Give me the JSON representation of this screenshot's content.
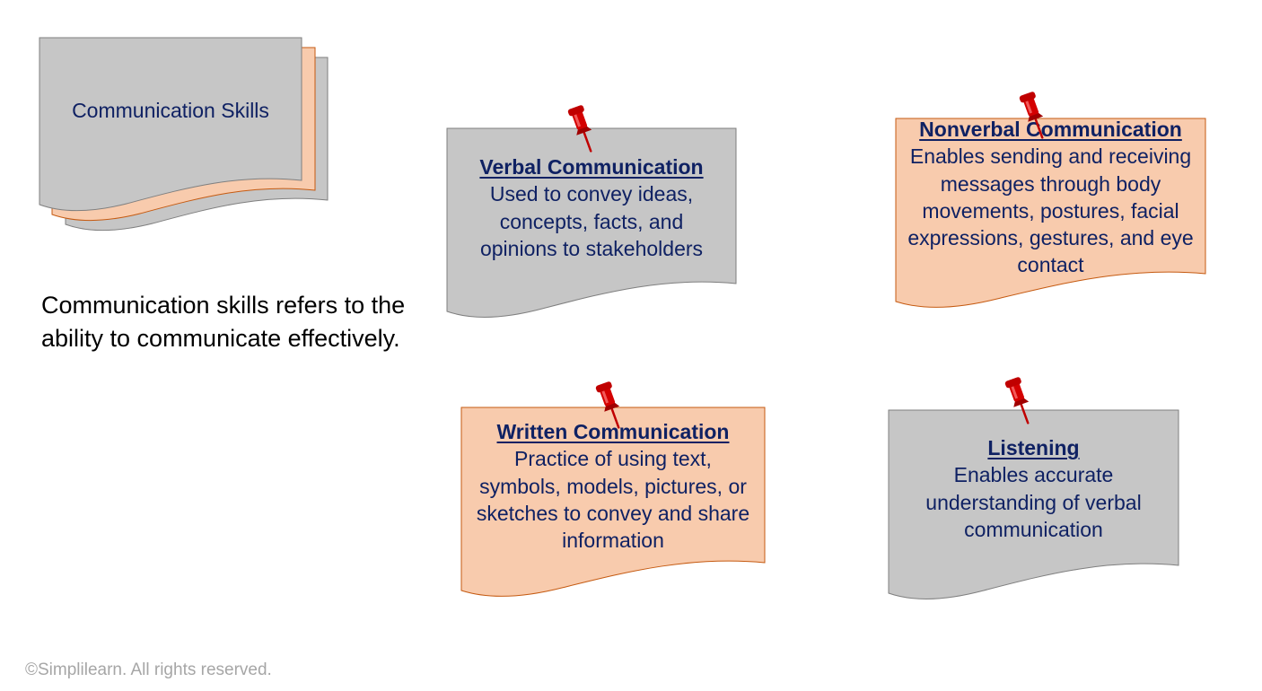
{
  "stack": {
    "label": "Communication Skills"
  },
  "definition": "Communication skills refers to the ability to communicate effectively.",
  "notes": [
    {
      "title": "Verbal Communication",
      "body": "Used to convey ideas, concepts, facts, and opinions to stakeholders"
    },
    {
      "title": "Nonverbal Communication",
      "body": "Enables sending and receiving messages through body movements, postures, facial expressions, gestures, and eye contact"
    },
    {
      "title": "Written Communication",
      "body": "Practice of using text, symbols, models, pictures, or sketches to convey and share information"
    },
    {
      "title": "Listening",
      "body": "Enables accurate understanding of verbal communication"
    }
  ],
  "footer": {
    "copyright": "©Simplilearn. All rights reserved."
  },
  "colors": {
    "grey_note": "#c6c6c6",
    "peach_note": "#f8cbad",
    "text_navy": "#0f2163",
    "pin_red": "#c00000"
  },
  "icons": {
    "pin": "push-pin-icon"
  }
}
